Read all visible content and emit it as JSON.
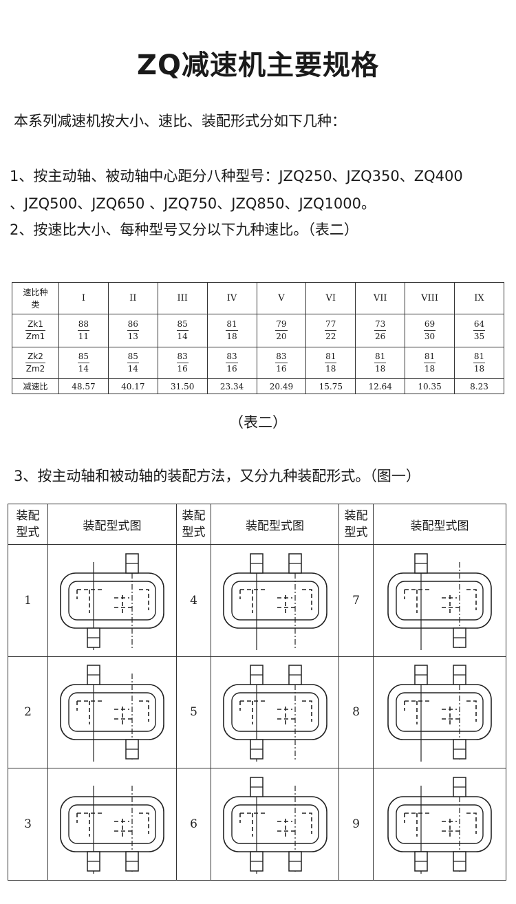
{
  "title": "ZQ减速机主要规格",
  "intro": "本系列减速机按大小、速比、装配形式分如下几种：",
  "item1_line1": "1、按主动轴、被动轴中心距分八种型号：JZQ250、JZQ350、ZQ400",
  "item1_line2": "、JZQ500、JZQ650 、JZQ750、JZQ850、JZQ1000。",
  "item2": "2、按速比大小、每种型号又分以下九种速比。（表二）",
  "ratio_table": {
    "header_label_1": "速比种",
    "header_label_2": "类",
    "types": [
      "I",
      "II",
      "III",
      "IV",
      "V",
      "VI",
      "VII",
      "VIII",
      "IX"
    ],
    "zk1_label": "Zk1",
    "zm1_label": "Zm1",
    "zk1": [
      "88",
      "86",
      "85",
      "81",
      "79",
      "77",
      "73",
      "69",
      "64"
    ],
    "zm1": [
      "11",
      "13",
      "14",
      "18",
      "20",
      "22",
      "26",
      "30",
      "35"
    ],
    "zk2_label": "Zk2",
    "zm2_label": "Zm2",
    "zk2": [
      "85",
      "85",
      "83",
      "83",
      "83",
      "81",
      "81",
      "81",
      "81"
    ],
    "zm2": [
      "14",
      "14",
      "16",
      "16",
      "16",
      "18",
      "18",
      "18",
      "18"
    ],
    "ratio_label": "减速比",
    "ratios": [
      "48.57",
      "40.17",
      "31.50",
      "23.34",
      "20.49",
      "15.75",
      "12.64",
      "10.35",
      "8.23"
    ]
  },
  "table_caption": "（表二）",
  "item3": "3、按主动轴和被动轴的装配方法，又分九种装配形式。（图一）",
  "assembly_table": {
    "header_form_1": "装配",
    "header_form_2": "型式",
    "header_diagram": "装配型式图",
    "numbers": [
      "1",
      "2",
      "3",
      "4",
      "5",
      "6",
      "7",
      "8",
      "9"
    ]
  }
}
